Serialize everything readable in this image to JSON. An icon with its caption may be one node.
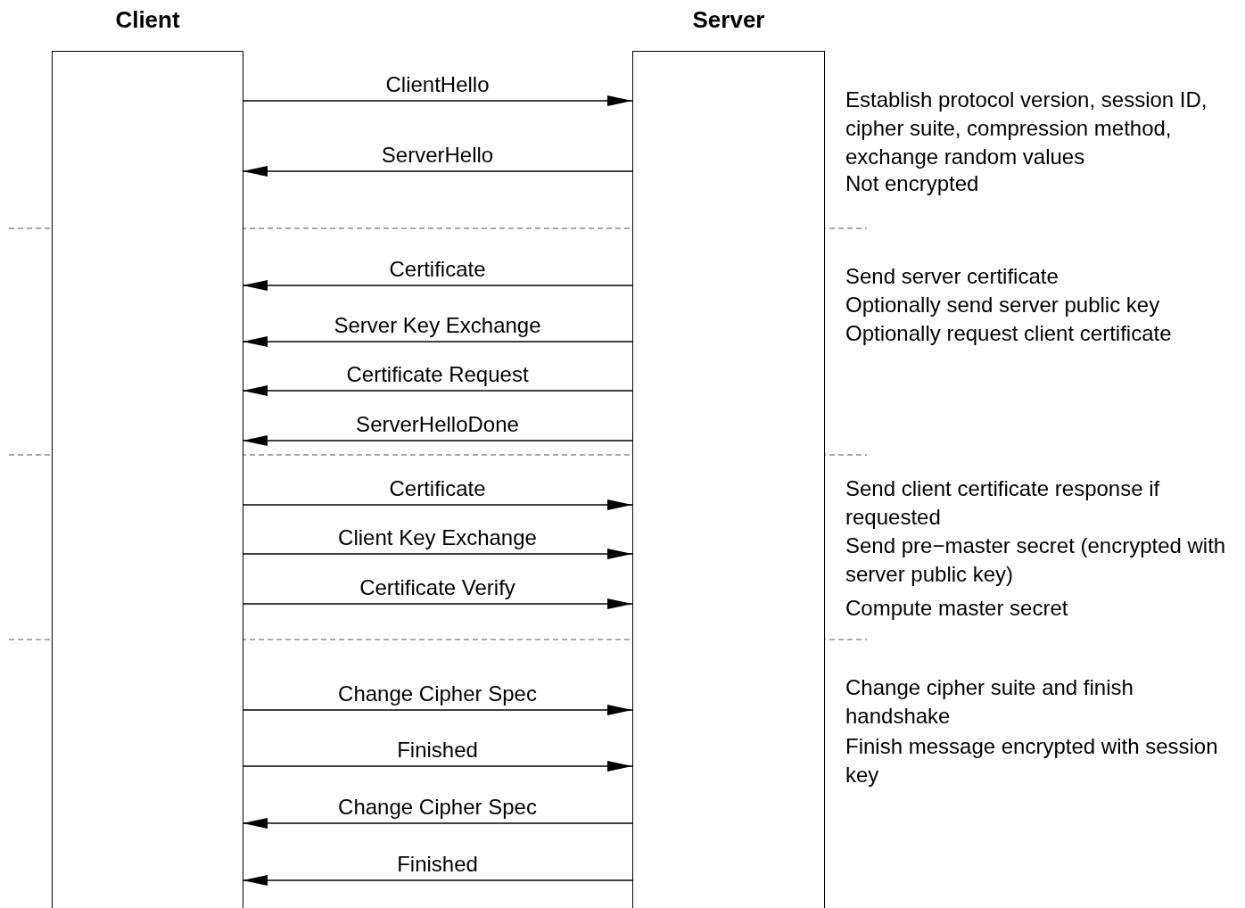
{
  "diagram": {
    "nodes": [
      {
        "text": [
          "Client"
        ]
      },
      {
        "text": [
          "Server"
        ]
      }
    ],
    "edges": [
      {
        "from": 0,
        "to": 1,
        "arrow": "to",
        "label": "ClientHello"
      },
      {
        "from": 1,
        "to": 0,
        "arrow": "to",
        "label": "ServerHello"
      },
      {
        "from": 1,
        "to": 0,
        "arrow": "to",
        "label": "Certificate"
      },
      {
        "from": 1,
        "to": 0,
        "arrow": "to",
        "label": "Server Key Exchange"
      },
      {
        "from": 1,
        "to": 0,
        "arrow": "to",
        "label": "Certificate Request"
      },
      {
        "from": 1,
        "to": 0,
        "arrow": "to",
        "label": "ServerHelloDone"
      },
      {
        "from": 0,
        "to": 1,
        "arrow": "to",
        "label": "Certificate"
      },
      {
        "from": 0,
        "to": 1,
        "arrow": "to",
        "label": "Client Key Exchange"
      },
      {
        "from": 0,
        "to": 1,
        "arrow": "to",
        "label": "Certificate Verify"
      },
      {
        "from": 0,
        "to": 1,
        "arrow": "to",
        "label": "Change Cipher Spec"
      },
      {
        "from": 0,
        "to": 1,
        "arrow": "to",
        "label": "Finished"
      },
      {
        "from": 1,
        "to": 0,
        "arrow": "to",
        "label": "Change Cipher Spec"
      },
      {
        "from": 1,
        "to": 0,
        "arrow": "to",
        "label": "Finished"
      }
    ],
    "labels": [
      "Establish protocol version, session ID, cipher suite, compression method, exchange random values",
      "Not encrypted",
      "Send server certificate",
      "Optionally send server public key",
      "Optionally request client certificate",
      "Send client certificate response if requested",
      "Send pre−master secret (encrypted with server public key)",
      "Compute master secret",
      "Change cipher suite and finish handshake",
      "Finish message encrypted with session key"
    ]
  }
}
